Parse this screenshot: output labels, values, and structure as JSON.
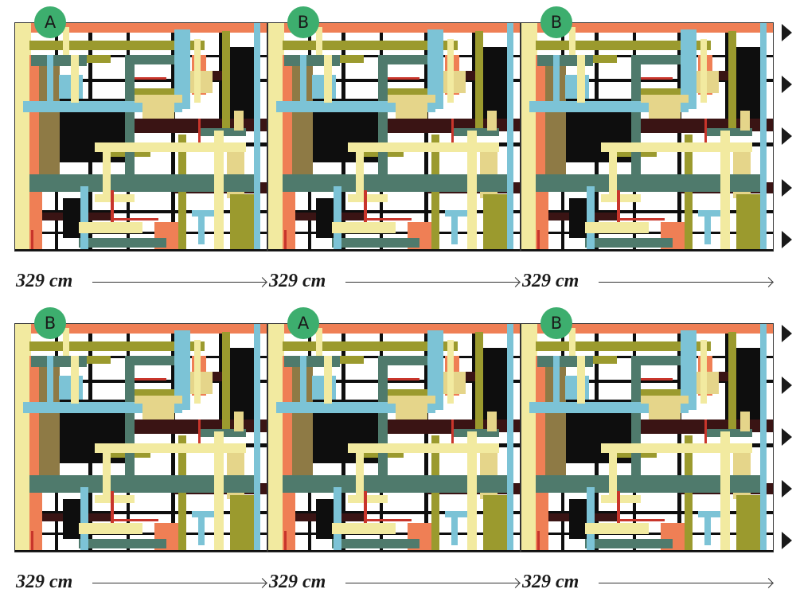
{
  "rows": [
    {
      "panels": [
        {
          "label": "A"
        },
        {
          "label": "B"
        },
        {
          "label": "B"
        }
      ],
      "measures": [
        "329 cm",
        "329 cm",
        "329 cm"
      ]
    },
    {
      "panels": [
        {
          "label": "B"
        },
        {
          "label": "A"
        },
        {
          "label": "B"
        }
      ],
      "measures": [
        "329 cm",
        "329 cm",
        "329 cm"
      ]
    }
  ],
  "colors": {
    "orange": "#ef7f55",
    "yellow": "#f2eaa0",
    "teal": "#4f7a6c",
    "blue": "#7cc3d6",
    "olive": "#9b9a2e",
    "brown": "#3a1414",
    "black": "#0e0e0e",
    "sand": "#e5d58a",
    "khaki": "#8e7a45",
    "red": "#c8352b",
    "badge": "#3dae6e"
  },
  "icons": {
    "direction_marker": "triangle-right-icon"
  }
}
